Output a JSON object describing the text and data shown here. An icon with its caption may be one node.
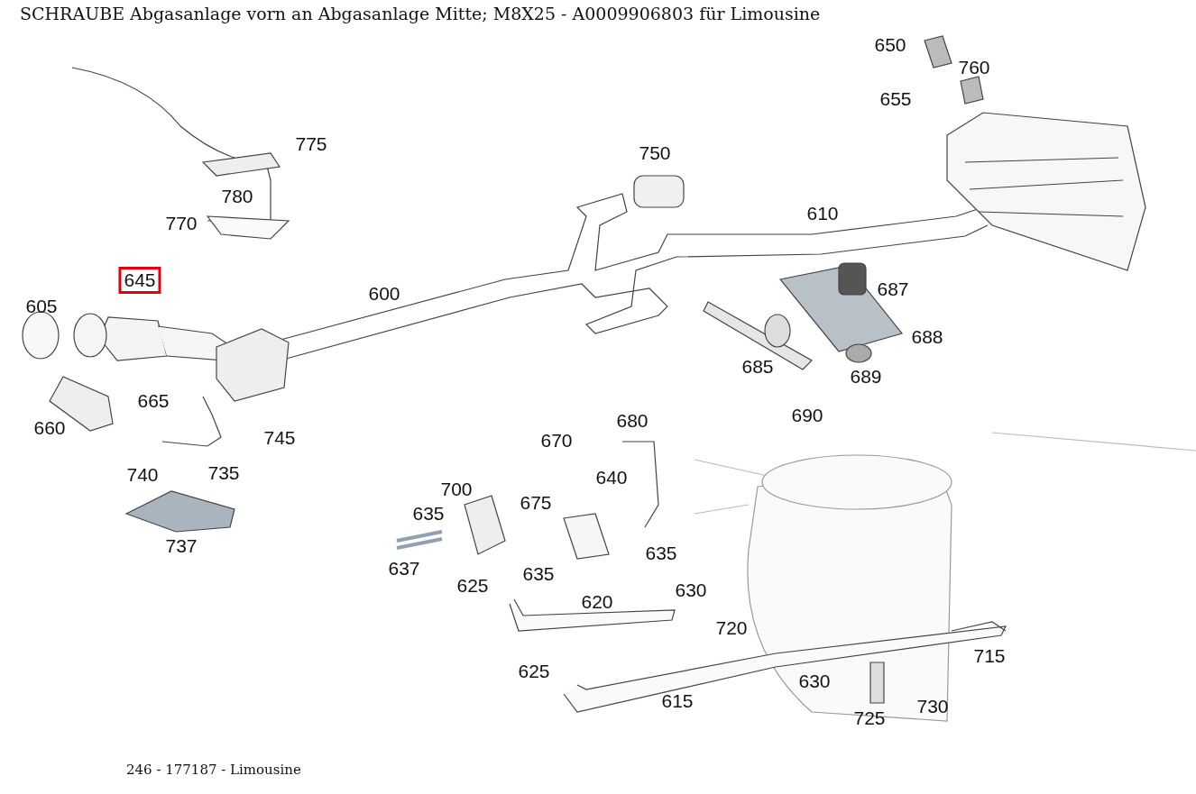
{
  "diagram": {
    "title": "SCHRAUBE Abgasanlage vorn an Abgasanlage Mitte; M8X25 - A0009906803 für Limousine",
    "caption": "246 - 177187 - Limousine",
    "labels": [
      "650",
      "760",
      "655",
      "775",
      "750",
      "780",
      "610",
      "770",
      "645",
      "687",
      "600",
      "605",
      "688",
      "685",
      "689",
      "665",
      "690",
      "680",
      "660",
      "745",
      "670",
      "735",
      "740",
      "640",
      "700",
      "635",
      "675",
      "737",
      "635",
      "637",
      "625",
      "635",
      "620",
      "630",
      "720",
      "715",
      "625",
      "630",
      "615",
      "730",
      "725"
    ]
  }
}
